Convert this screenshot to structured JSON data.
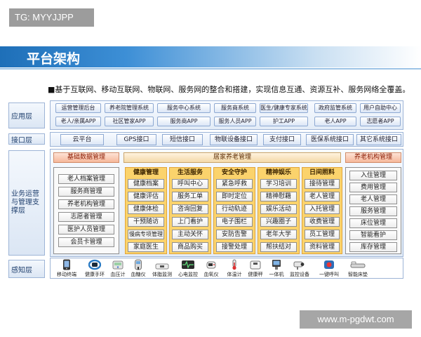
{
  "tag": "TG: MYYJJPP",
  "title": "平台架构",
  "subtitle": "■基于互联网、移动互联网、物联网、服务网的整合和搭建，实现信息互通、资源互补、服务网络全覆盖。",
  "watermark": "www.m-pgdwt.com",
  "layers": {
    "app": "应用层",
    "iface": "接口层",
    "biz": "业务运营与管理支撑层",
    "sense": "感知层"
  },
  "app_row1": [
    "运营管理后台",
    "养老院管理系统",
    "服务中心系统",
    "服务商系统",
    "医生/健康专家系统",
    "政府监管系统",
    "用户自助中心"
  ],
  "app_row2": [
    "老人/亲属APP",
    "社区管家APP",
    "服务商APP",
    "服务人员APP",
    "护工APP",
    "老人APP",
    "志愿者APP"
  ],
  "interfaces": [
    "云平台",
    "GPS接口",
    "短信接口",
    "物联设备接口",
    "支付接口",
    "医保系统接口",
    "其它系统接口"
  ],
  "sections": {
    "basic": "基础数据管理",
    "home": "居家养老管理",
    "org": "养老机构管理"
  },
  "basic_items": [
    "老人档案管理",
    "服务商管理",
    "养老机构管理",
    "志愿者管理",
    "医护人员管理",
    "会员卡管理"
  ],
  "home_columns": [
    {
      "title": "健康管理",
      "items": [
        "健康档案",
        "健康评估",
        "健康体检",
        "干预随访",
        "慢病专项管理",
        "家庭医生"
      ]
    },
    {
      "title": "生活服务",
      "items": [
        "呼叫中心",
        "服务工单",
        "咨询回复",
        "上门看护",
        "主动关怀",
        "商品购买"
      ]
    },
    {
      "title": "安全守护",
      "items": [
        "紧急呼救",
        "即时定位",
        "行动轨迹",
        "电子围栏",
        "安防告警",
        "接警处理"
      ]
    },
    {
      "title": "精神娱乐",
      "items": [
        "学习培训",
        "精神慰藉",
        "娱乐活动",
        "兴趣圈子",
        "老年大学",
        "帮扶结对"
      ]
    },
    {
      "title": "日间照料",
      "items": [
        "接待管理",
        "老人管理",
        "入托管理",
        "收费管理",
        "员工管理",
        "资料管理"
      ]
    }
  ],
  "org_items": [
    "入住管理",
    "费用管理",
    "老人管理",
    "服务管理",
    "床位管理",
    "智能看护",
    "库存管理"
  ],
  "devices": [
    {
      "icon": "phone-icon",
      "label": "移动终端"
    },
    {
      "icon": "wristband-icon",
      "label": "健康手环"
    },
    {
      "icon": "bp-meter-icon",
      "label": "血压计"
    },
    {
      "icon": "glucose-meter-icon",
      "label": "血糖仪"
    },
    {
      "icon": "body-scale-icon",
      "label": "体脂监测"
    },
    {
      "icon": "ecg-monitor-icon",
      "label": "心电监控"
    },
    {
      "icon": "oximeter-icon",
      "label": "血氧仪"
    },
    {
      "icon": "thermometer-icon",
      "label": "体温计"
    },
    {
      "icon": "weight-scale-icon",
      "label": "健康秤"
    },
    {
      "icon": "all-in-one-icon",
      "label": "一体机"
    },
    {
      "icon": "camera-icon",
      "label": "监控设备"
    },
    {
      "icon": "sos-button-icon",
      "label": "一键呼叫"
    },
    {
      "icon": "smart-mattress-icon",
      "label": "智能床垫"
    }
  ]
}
